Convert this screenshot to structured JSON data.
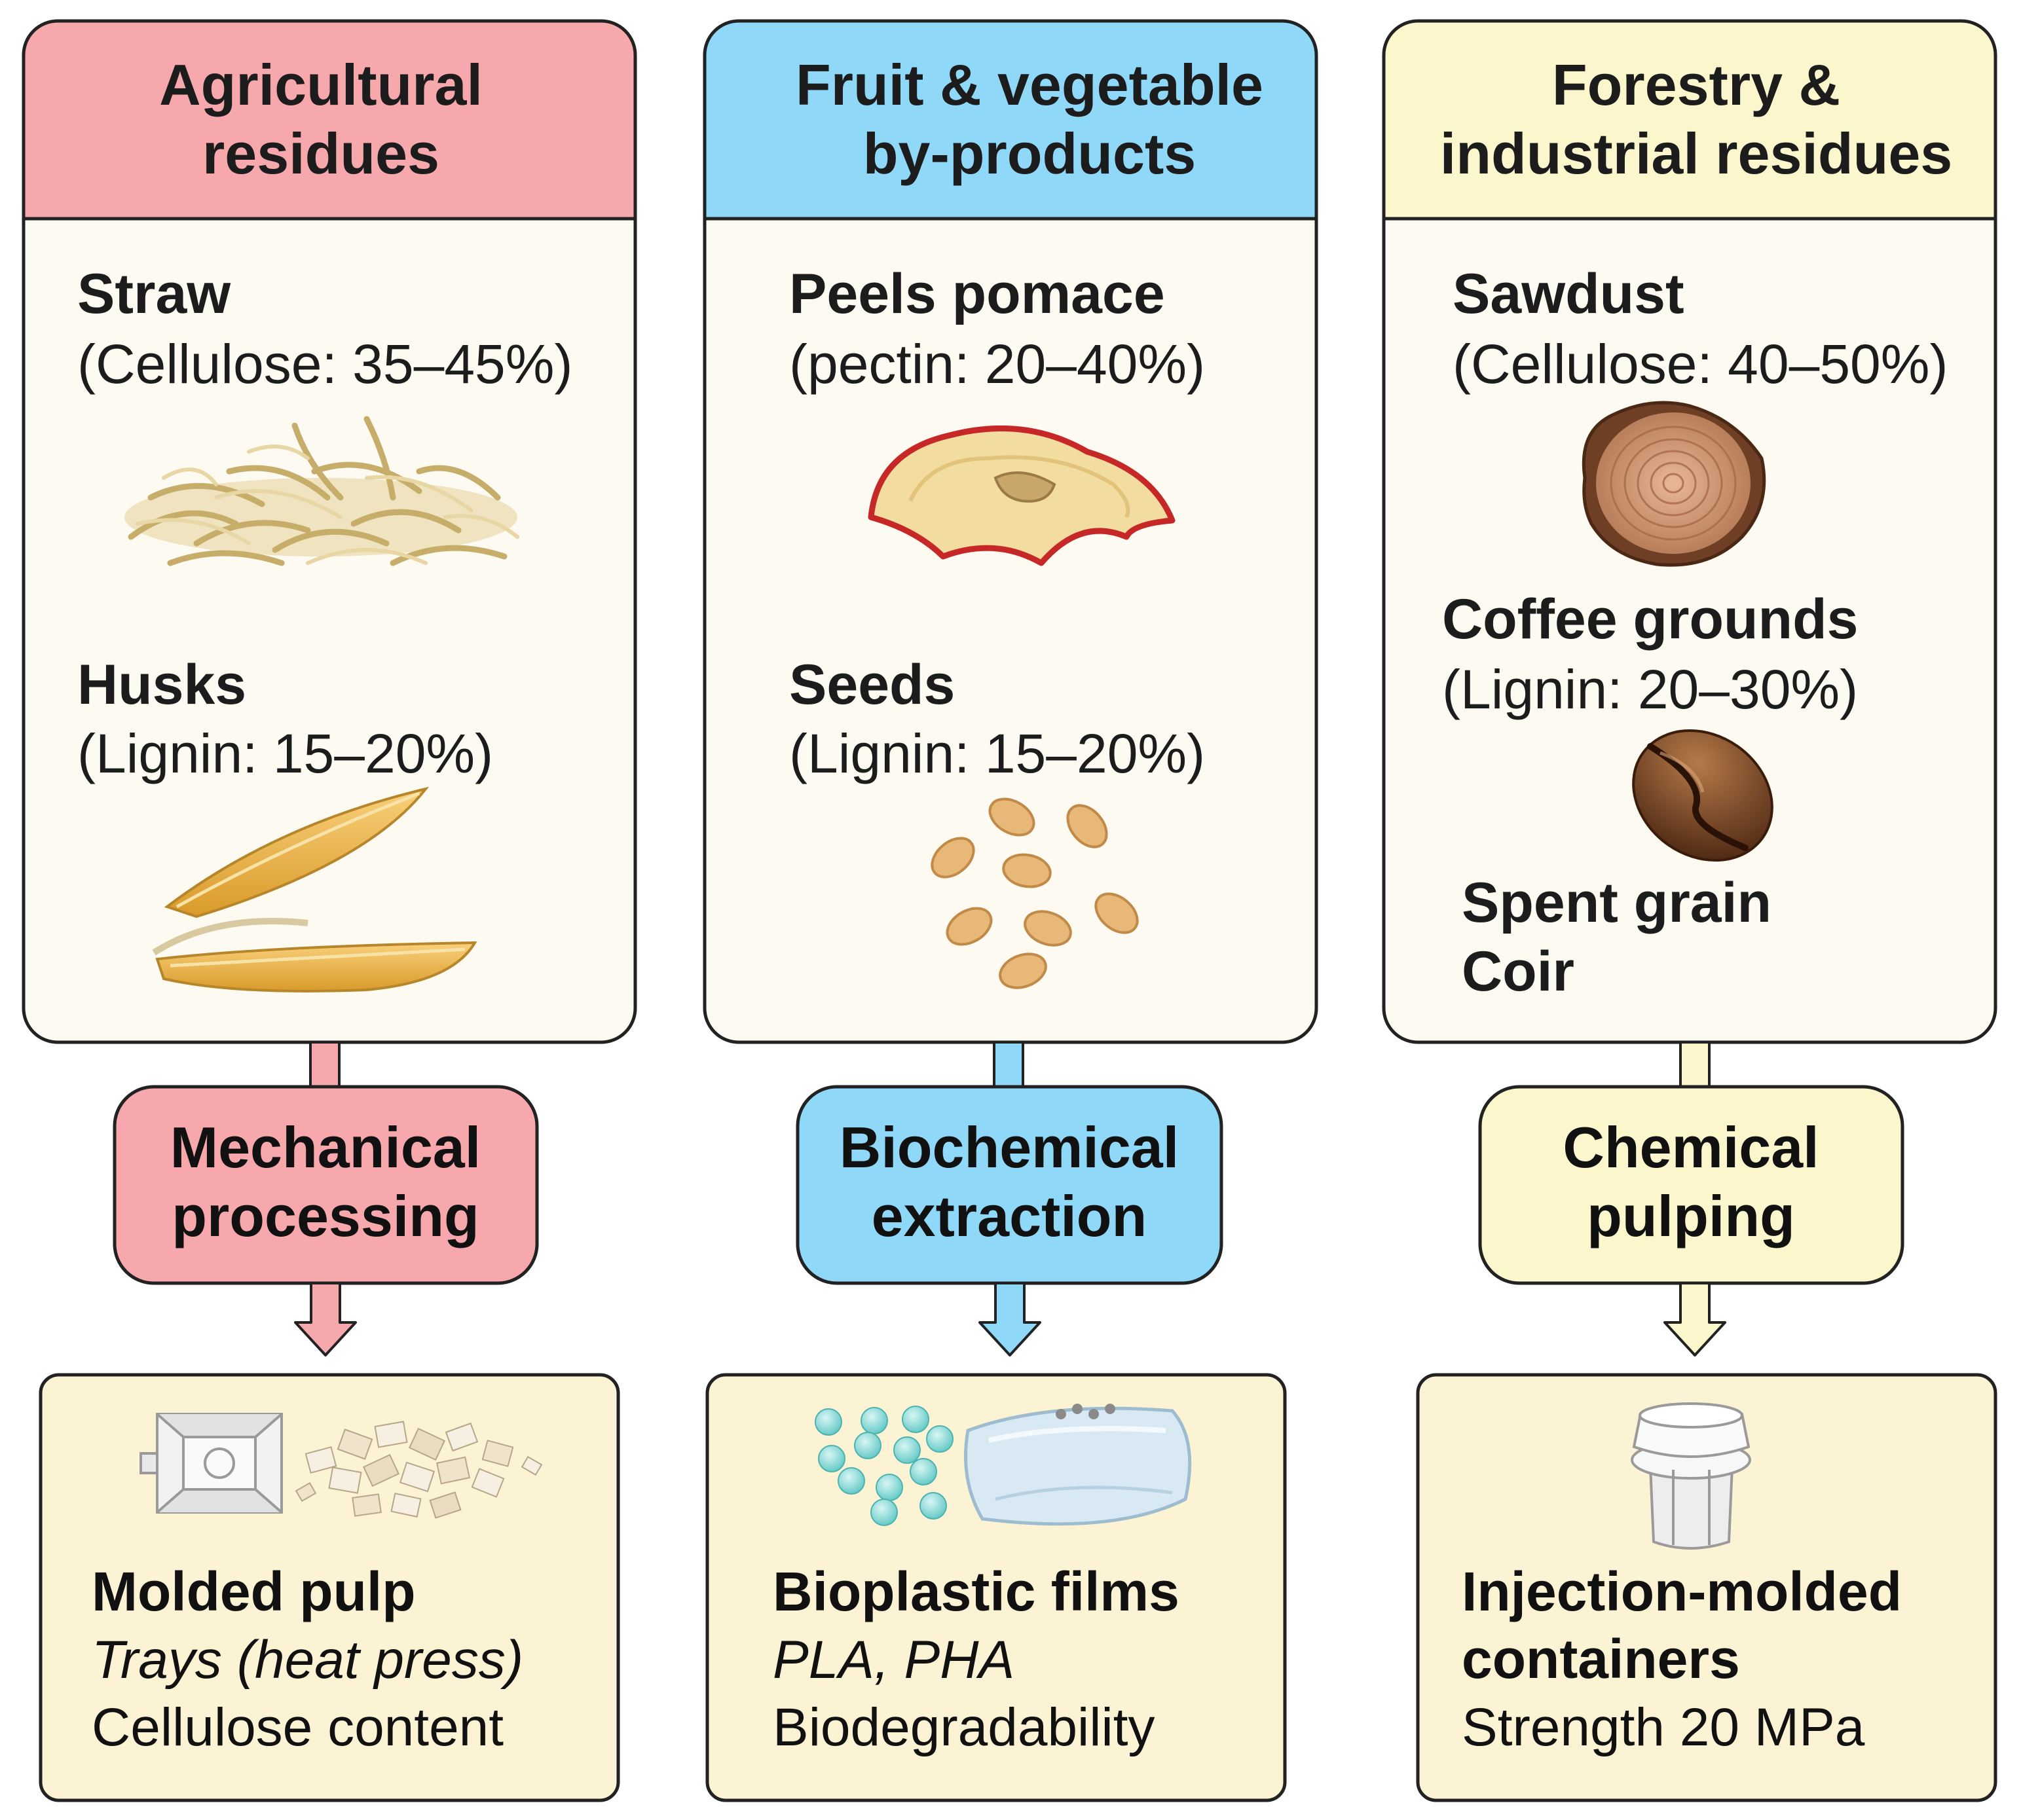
{
  "colors": {
    "agri": "#f6a8ac",
    "fruit": "#8fd8f8",
    "forest": "#fbf6cc",
    "panel_bg": "#fdfaf2",
    "output_bg": "#fbf3d3",
    "border": "#222222"
  },
  "columns": [
    {
      "header_line1": "Agricultural",
      "header_line2": "residues",
      "items": [
        {
          "label": "Straw",
          "detail": "(Cellulose: 35–45%)",
          "icon": "straw-pile-icon"
        },
        {
          "label": "Husks",
          "detail": "(Lignin: 15–20%)",
          "icon": "rice-husk-icon"
        }
      ],
      "process_line1": "Mechanical",
      "process_line2": "processing",
      "output_title": "Molded pulp",
      "output_italic": "Trays (heat press)",
      "output_note": "Cellulose content",
      "output_icons": [
        "molded-tray-icon",
        "pulp-flakes-icon"
      ]
    },
    {
      "header_line1": "Fruit & vegetable",
      "header_line2": "by-products",
      "items": [
        {
          "label": "Peels pomace",
          "detail": "(pectin: 20–40%)",
          "icon": "apple-peel-icon"
        },
        {
          "label": "Seeds",
          "detail": "(Lignin: 15–20%)",
          "icon": "seeds-icon"
        }
      ],
      "process_line1": "Biochemical",
      "process_line2": "extraction",
      "output_title": "Bioplastic films",
      "output_italic": "PLA, PHA",
      "output_note": "Biodegradability",
      "output_icons": [
        "bioplastic-pellets-icon",
        "plastic-bag-icon"
      ]
    },
    {
      "header_line1": "Forestry &",
      "header_line2": "industrial residues",
      "items": [
        {
          "label": "Sawdust",
          "detail": "(Cellulose: 40–50%)",
          "icon": "wood-slice-icon"
        },
        {
          "label": "Coffee grounds",
          "detail": "(Lignin: 20–30%)",
          "icon": "coffee-bean-icon"
        },
        {
          "label": "Spent grain",
          "detail": "",
          "icon": ""
        },
        {
          "label": "Coir",
          "detail": "",
          "icon": ""
        }
      ],
      "process_line1": "Chemical",
      "process_line2": "pulping",
      "output_title_line1": "Injection-molded",
      "output_title_line2": "containers",
      "output_note": "Strength 20 MPa",
      "output_icons": [
        "container-icon"
      ]
    }
  ]
}
